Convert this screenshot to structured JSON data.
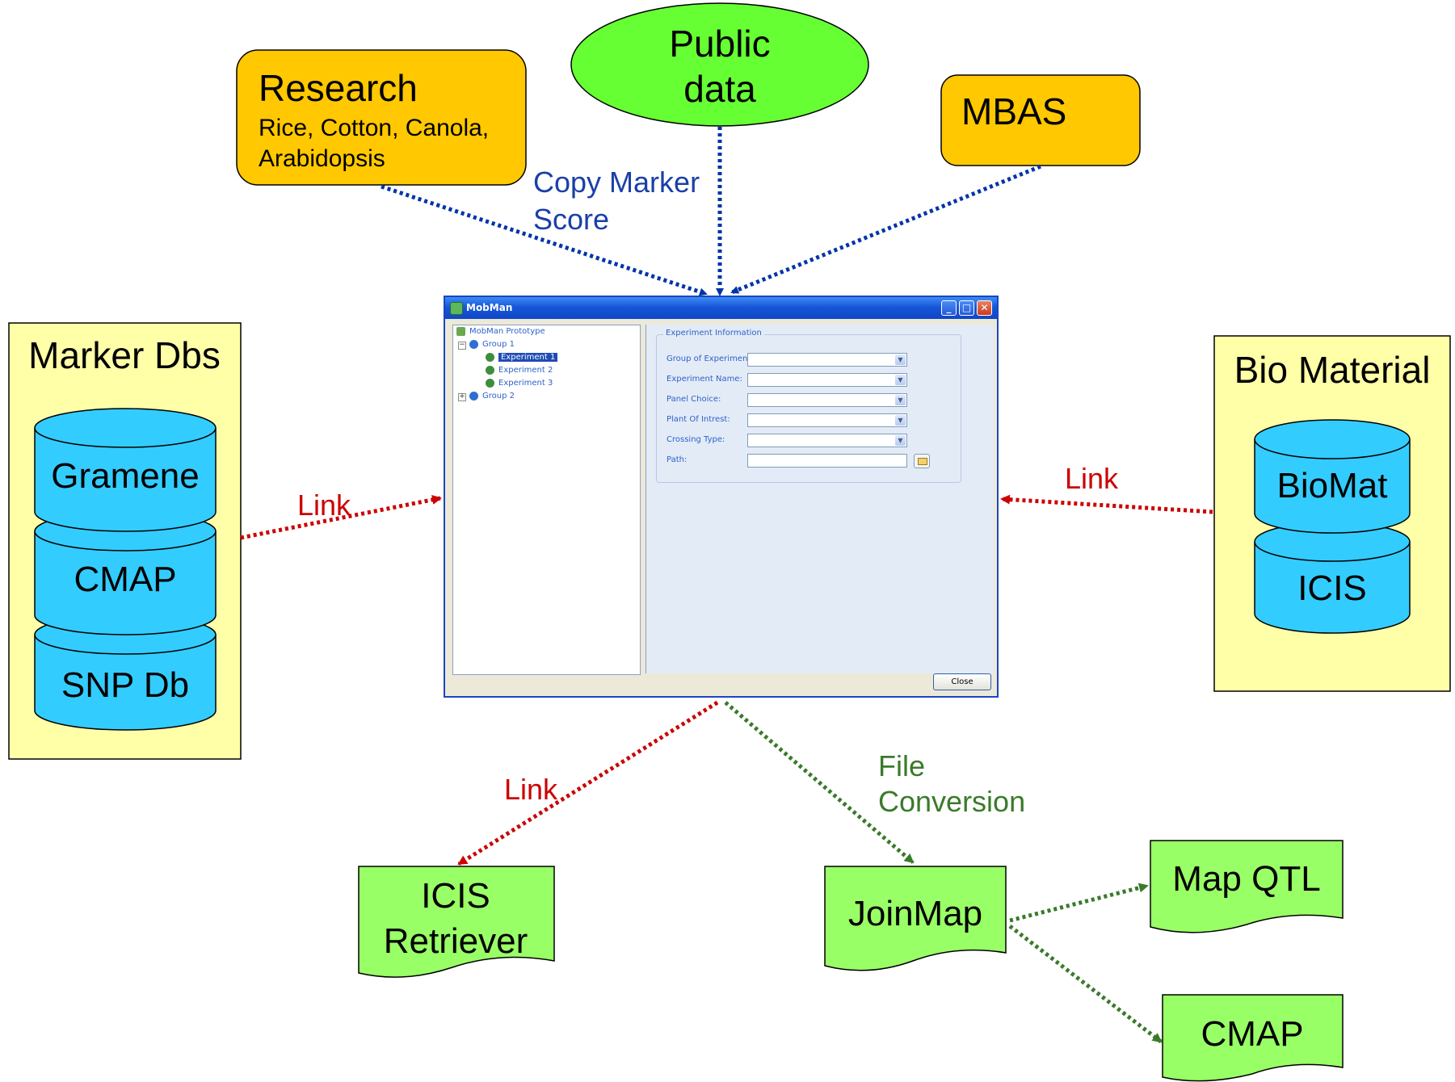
{
  "diagram": {
    "sources": {
      "research": {
        "title": "Research",
        "subtitle": "Rice, Cotton, Canola,\nArabidopsis"
      },
      "public_data": {
        "line1": "Public",
        "line2": "data"
      },
      "mbas": {
        "title": "MBAS"
      }
    },
    "marker_dbs": {
      "title": "Marker Dbs",
      "items": [
        "Gramene",
        "CMAP",
        "SNP Db"
      ]
    },
    "bio_material": {
      "title": "Bio Material",
      "items": [
        "BioMat",
        "ICIS"
      ]
    },
    "labels": {
      "copy_marker_score_1": "Copy Marker",
      "copy_marker_score_2": "Score",
      "link_left": "Link",
      "link_right": "Link",
      "link_bottom": "Link",
      "file_conversion_1": "File",
      "file_conversion_2": "Conversion"
    },
    "outputs": {
      "icis_retriever": {
        "line1": "ICIS",
        "line2": "Retriever"
      },
      "joinmap": "JoinMap",
      "map_qtl": "Map QTL",
      "cmap_out": "CMAP"
    },
    "colors": {
      "source_fill": "#ffc800",
      "public_fill": "#66ff33",
      "panel_fill": "#ffffa8",
      "db_fill": "#33ccff",
      "output_fill": "#99ff66",
      "link_red": "#cc0000",
      "copy_blue": "#0033aa",
      "file_green": "#3a7a2a"
    }
  },
  "mobman": {
    "title": "MobMan",
    "tree": {
      "root": "MobMan Prototype",
      "group1": "Group 1",
      "experiments": [
        "Experiment 1",
        "Experiment 2",
        "Experiment 3"
      ],
      "group2": "Group 2"
    },
    "form": {
      "group_title": "Experiment Information",
      "fields": [
        "Group of Experiment:",
        "Experiment Name:",
        "Panel Choice:",
        "Plant Of Intrest:",
        "Crossing Type:",
        "Path:"
      ]
    },
    "close_label": "Close"
  }
}
